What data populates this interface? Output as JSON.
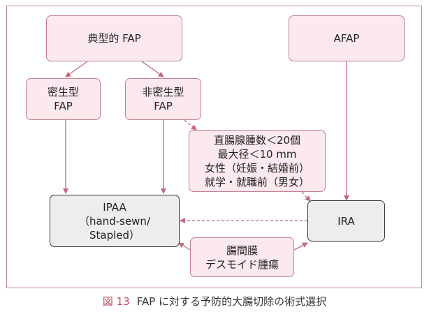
{
  "nodes": {
    "typical_fap": "典型的 FAP",
    "afap": "AFAP",
    "dense_fap": "密生型\nFAP",
    "nondense_fap": "非密生型\nFAP",
    "conditions": "直腸腺腫数＜20個\n最大径＜10 mm\n女性（妊娠・結婚前）\n就学・就職前（男女）",
    "ipaa": "IPAA\n（hand-sewn/\nStapled）",
    "ira": "IRA",
    "desmoid": "腸間膜\nデスモイド腫瘍"
  },
  "caption": {
    "number": "図 13",
    "text": "FAP に対する予防的大腸切除の術式選択"
  },
  "colors": {
    "frame": "#b9848e",
    "pink_fill": "#fbe9ee",
    "pink_border": "#c2808d",
    "gray_fill": "#ededed",
    "arrow": "#c06a7c",
    "caption_number": "#c24a60"
  }
}
